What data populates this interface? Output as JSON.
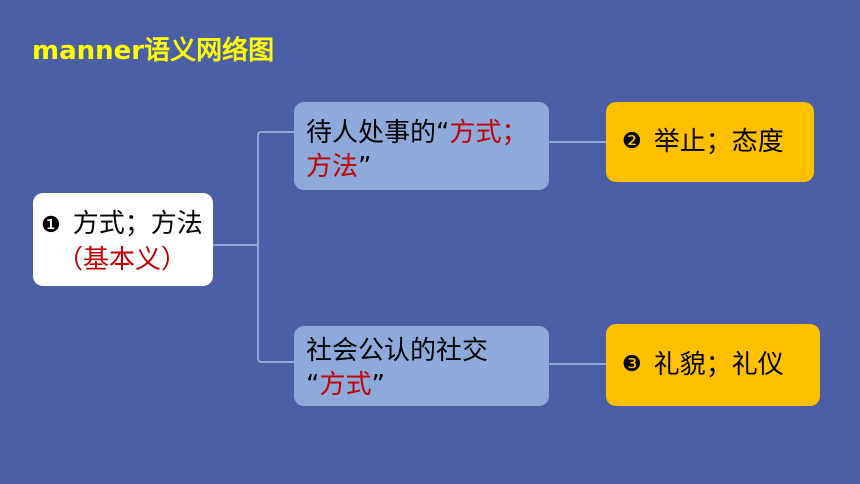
{
  "title": "manner语义网络图",
  "root": {
    "number": "❶",
    "text": "方式；方法",
    "sub": "（基本义）"
  },
  "branch1": {
    "line1_prefix": "待人处事的“",
    "line1_red": "方式；",
    "line2_red": "方法",
    "line2_suffix": "”"
  },
  "branch2": {
    "line1": "社会公认的社交",
    "line2_prefix": "“",
    "line2_red": "方式",
    "line2_suffix": "”"
  },
  "leaf1": {
    "number": "❷",
    "text": "举止；态度"
  },
  "leaf2": {
    "number": "❸",
    "text": "礼貌；礼仪"
  },
  "colors": {
    "background": "#4a5fa6",
    "title": "#ffff00",
    "mid_box": "#8eaadb",
    "leaf_box": "#ffc000",
    "highlight": "#c00000",
    "connector": "#8eaadb"
  }
}
